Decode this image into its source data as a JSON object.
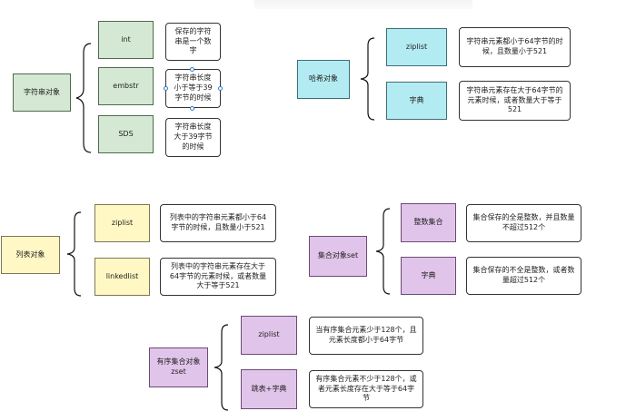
{
  "groups": {
    "string": {
      "title": "字符串对象",
      "encodings": [
        "int",
        "embstr",
        "SDS"
      ],
      "notes": [
        "保存的字符串是一个数字",
        "字符串长度小于等于39字节的时候",
        "字符串长度大于39字节的时候"
      ]
    },
    "hash": {
      "title": "哈希对象",
      "encodings": [
        "ziplist",
        "字典"
      ],
      "notes": [
        "字符串元素都小于64字节的时候，且数量小于521",
        "字符串元素存在大于64字节的元素时候，或者数量大于等于521"
      ]
    },
    "list": {
      "title": "列表对象",
      "encodings": [
        "ziplist",
        "linkedlist"
      ],
      "notes": [
        "列表中的字符串元素都小于64字节的时候，且数量小于521",
        "列表中的字符串元素存在大于64字节的元素时候，或者数量大于等于521"
      ]
    },
    "set": {
      "title": "集合对象set",
      "encodings": [
        "整数集合",
        "字典"
      ],
      "notes": [
        "集合保存的全是整数，并且数量不超过512个",
        "集合保存的不全是整数，或者数量超过512个"
      ]
    },
    "zset": {
      "title": "有序集合对象zset",
      "encodings": [
        "ziplist",
        "跳表+字典"
      ],
      "notes": [
        "当有序集合元素少于128个，且元素长度都小于64字节",
        "有序集合元素不少于128个，或者元素长度存在大于等于64字节"
      ]
    }
  },
  "colors": {
    "string": "#d5e8d4",
    "hash": "#b3ebf2",
    "list": "#fff8c4",
    "set": "#e1c4ea",
    "zset": "#e1c4ea"
  }
}
